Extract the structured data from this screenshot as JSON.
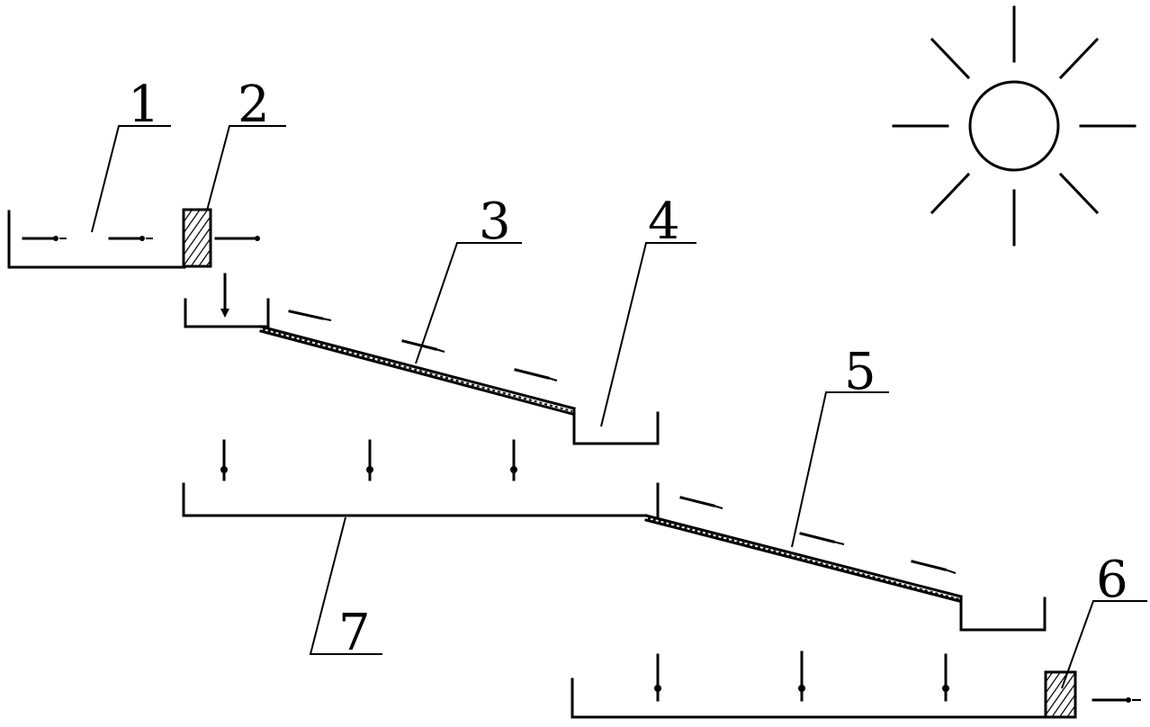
{
  "labels": {
    "l1": "1",
    "l2": "2",
    "l3": "3",
    "l4": "4",
    "l5": "5",
    "l6": "6",
    "l7": "7"
  },
  "icons": {
    "sun": "sun-icon"
  },
  "colors": {
    "stroke": "#000000",
    "background": "#ffffff"
  }
}
